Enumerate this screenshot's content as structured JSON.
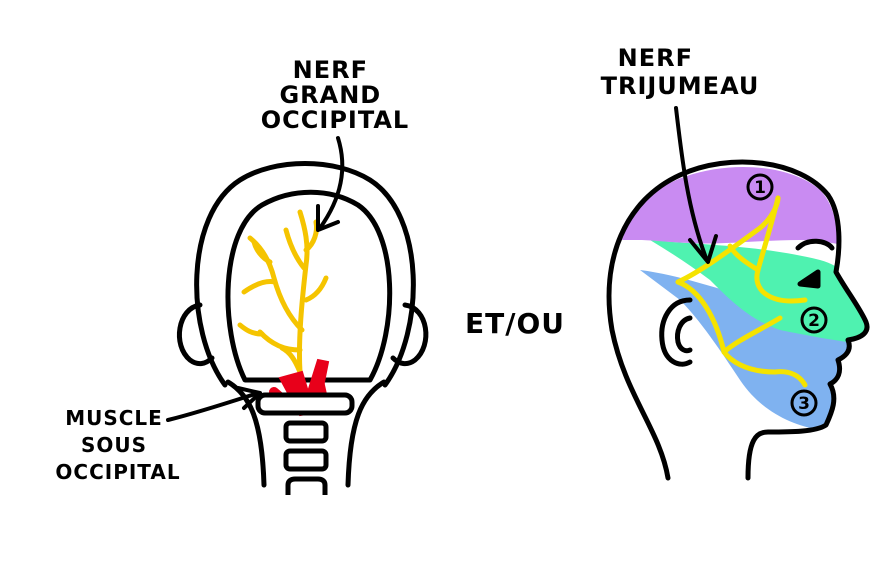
{
  "labels": {
    "greater_occipital": [
      "NERF",
      "GRAND",
      "OCCIPITAL"
    ],
    "suboccipital": [
      "MUSCLE",
      "SOUS",
      "OCCIPITAL"
    ],
    "conjunction": "ET/OU",
    "trigeminal": [
      "NERF",
      "TRIJUMEAU"
    ]
  },
  "branches": [
    "1",
    "2",
    "3"
  ],
  "colors": {
    "outline": "#000000",
    "nerve": "#f5c400",
    "muscle": "#e8001a",
    "v1": "#c98bf2",
    "v2": "#4ff2b0",
    "v3": "#7fb2f0"
  }
}
